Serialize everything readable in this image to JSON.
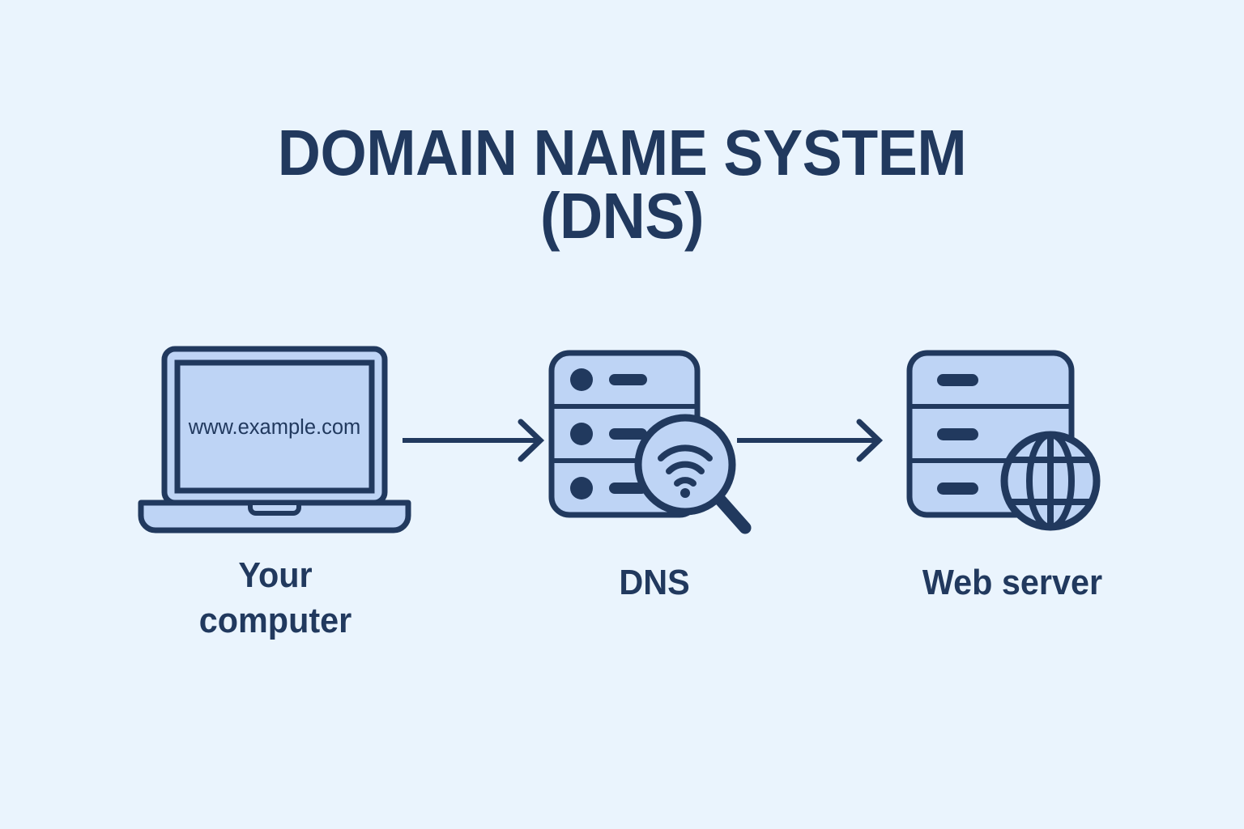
{
  "page": {
    "background_color": "#eaf4fd",
    "ink_color": "#21395e",
    "fill_color": "#bed4f5"
  },
  "title": {
    "line1": "DOMAIN NAME SYSTEM",
    "line2": "(DNS)"
  },
  "nodes": [
    {
      "id": "your-computer",
      "icon": "laptop-icon",
      "screen_text": "www.example.com",
      "label_line1": "Your",
      "label_line2": "computer"
    },
    {
      "id": "dns",
      "icon": "server-magnifier-wifi-icon",
      "label_line1": "DNS",
      "label_line2": ""
    },
    {
      "id": "web-server",
      "icon": "server-globe-icon",
      "label_line1": "Web server",
      "label_line2": ""
    }
  ],
  "arrows": [
    {
      "id": "arrow-computer-to-dns",
      "direction": "right"
    },
    {
      "id": "arrow-dns-to-webserver",
      "direction": "right"
    }
  ]
}
